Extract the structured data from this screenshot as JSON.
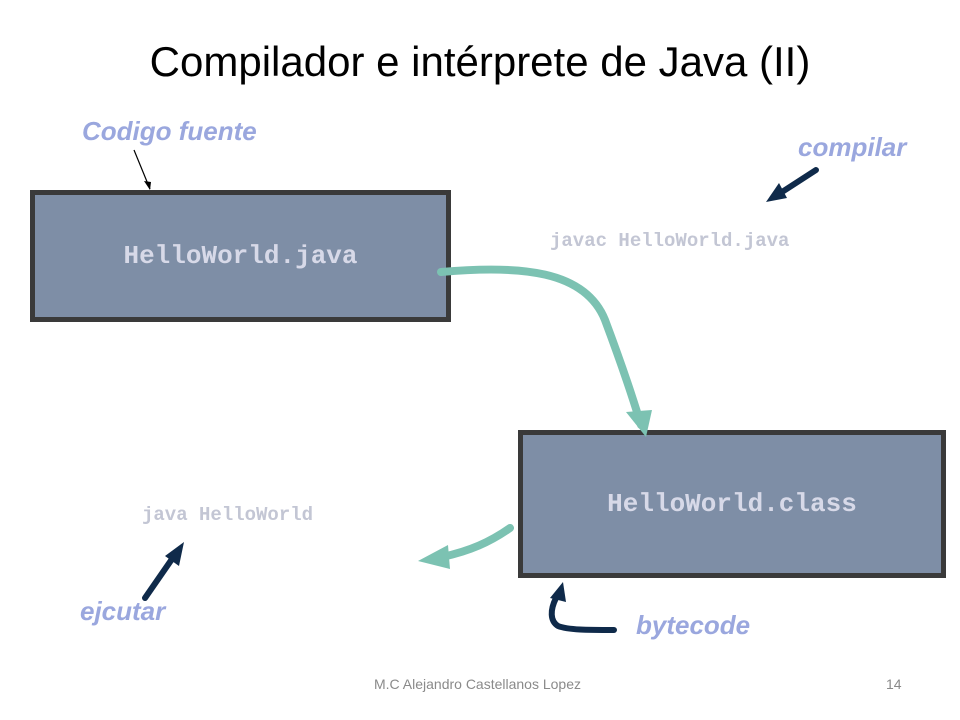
{
  "slide": {
    "title": "Compilador e intérprete de Java (II)",
    "footer_author": "M.C Alejandro Castellanos Lopez",
    "page_number": "14"
  },
  "diagram": {
    "source_box": "HelloWorld.java",
    "class_box": "HelloWorld.class",
    "compile_command": "javac HelloWorld.java",
    "run_command": "java HelloWorld",
    "label_source": "Codigo fuente",
    "label_compile": "compilar",
    "label_run": "ejcutar",
    "label_bytecode": "bytecode"
  },
  "colors": {
    "box_fill": "#7e8ea6",
    "box_border": "#3a3a3a",
    "label_color": "#9aa7de",
    "flow_arrow": "#7cc2b2",
    "pointer_arrow": "#0f2a4a"
  }
}
